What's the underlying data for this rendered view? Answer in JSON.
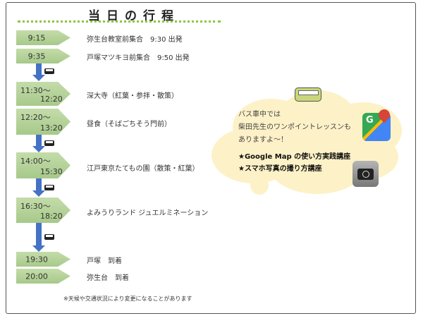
{
  "title": "当日の行程",
  "schedule": [
    {
      "time": "9:15",
      "desc": "弥生台教室前集合　9:30 出発"
    },
    {
      "time": "9:35",
      "desc": "戸塚マツキヨ前集合　9:50 出発"
    },
    {
      "start": "11:30〜",
      "end": "12:20",
      "desc": "深大寺（紅葉・参拝・散策）"
    },
    {
      "start": "12:20〜",
      "end": "13:20",
      "desc": "昼食（そばごちそう門前）"
    },
    {
      "start": "14:00〜",
      "end": "15:30",
      "desc": "江戸東京たてもの園（散策・紅葉）"
    },
    {
      "start": "16:30〜",
      "end": "18:20",
      "desc": "よみうりランド ジュエルミネーション"
    },
    {
      "time": "19:30",
      "desc": "戸塚　到着"
    },
    {
      "time": "20:00",
      "desc": "弥生台　到着"
    }
  ],
  "bubble": {
    "lines": [
      "バス車中では",
      "柴田先生のワンポイントレッスンも",
      "ありますよ〜！"
    ],
    "courses": [
      "★Google Map の使い方実践講座",
      "★スマホ写真の撮り方講座"
    ]
  },
  "note": "※天候や交通状況により変更になることがあります"
}
